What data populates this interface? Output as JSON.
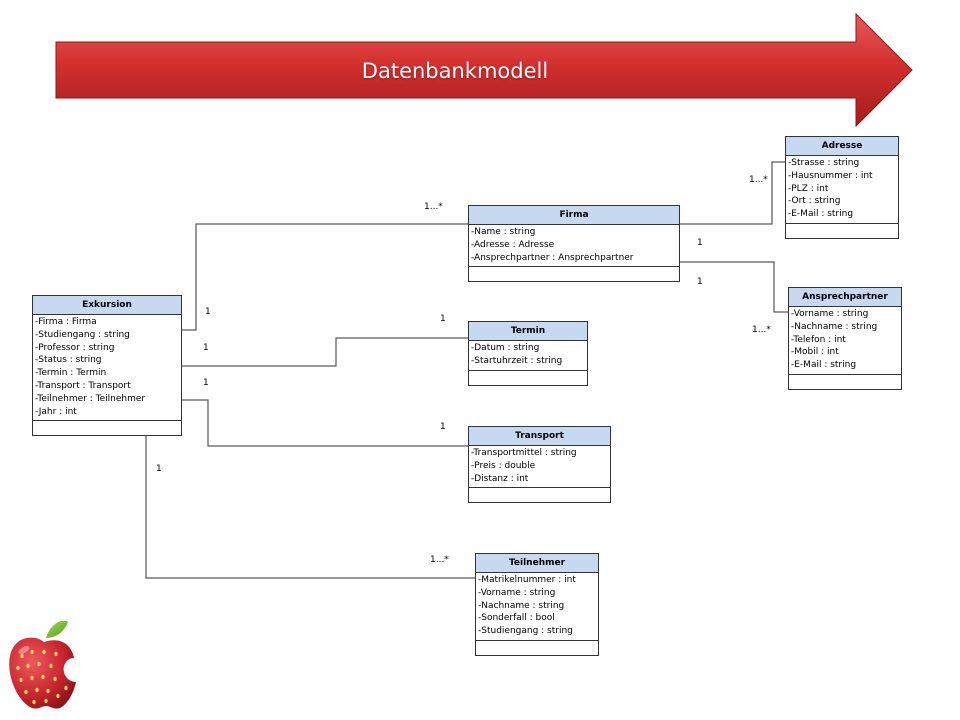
{
  "banner": {
    "title": "Datenbankmodell"
  },
  "colors": {
    "banner_red": "#d32f2f",
    "banner_dark": "#a41c1c",
    "header_blue": "#c6d9f1",
    "line": "#333333",
    "logo_red": "#c9272f",
    "logo_leaf": "#7cbf3c"
  },
  "classes": {
    "exkursion": {
      "name": "Exkursion",
      "attributes": [
        "-Firma : Firma",
        "-Studiengang : string",
        "-Professor : string",
        "-Status : string",
        "-Termin : Termin",
        "-Transport : Transport",
        "-Teilnehmer : Teilnehmer",
        "-Jahr : int"
      ]
    },
    "firma": {
      "name": "Firma",
      "attributes": [
        "-Name : string",
        "-Adresse : Adresse",
        "-Ansprechpartner : Ansprechpartner"
      ]
    },
    "adresse": {
      "name": "Adresse",
      "attributes": [
        "-Strasse : string",
        "-Hausnummer : int",
        "-PLZ : int",
        "-Ort : string",
        "-E-Mail : string"
      ]
    },
    "ansprechpartner": {
      "name": "Ansprechpartner",
      "attributes": [
        "-Vorname : string",
        "-Nachname : string",
        "-Telefon : int",
        "-Mobil : int",
        "-E-Mail : string"
      ]
    },
    "termin": {
      "name": "Termin",
      "attributes": [
        "-Datum : string",
        "-Startuhrzeit : string"
      ]
    },
    "transport": {
      "name": "Transport",
      "attributes": [
        "-Transportmittel : string",
        "-Preis : double",
        "-Distanz : int"
      ]
    },
    "teilnehmer": {
      "name": "Teilnehmer",
      "attributes": [
        "-Matrikelnummer : int",
        "-Vorname : string",
        "-Nachname : string",
        "-Sonderfall : bool",
        "-Studiengang : string"
      ]
    }
  },
  "multiplicities": {
    "exkursion_firma_source": "1",
    "exkursion_firma_target": "1...*",
    "exkursion_termin_source": "1",
    "exkursion_termin_target": "1",
    "exkursion_transport_source": "1",
    "exkursion_transport_target": "1",
    "exkursion_teilnehmer_source": "1",
    "exkursion_teilnehmer_target": "1...*",
    "firma_adresse_source": "1",
    "firma_adresse_target": "1...*",
    "firma_ansprechpartner_source": "1",
    "firma_ansprechpartner_target": "1...*"
  }
}
